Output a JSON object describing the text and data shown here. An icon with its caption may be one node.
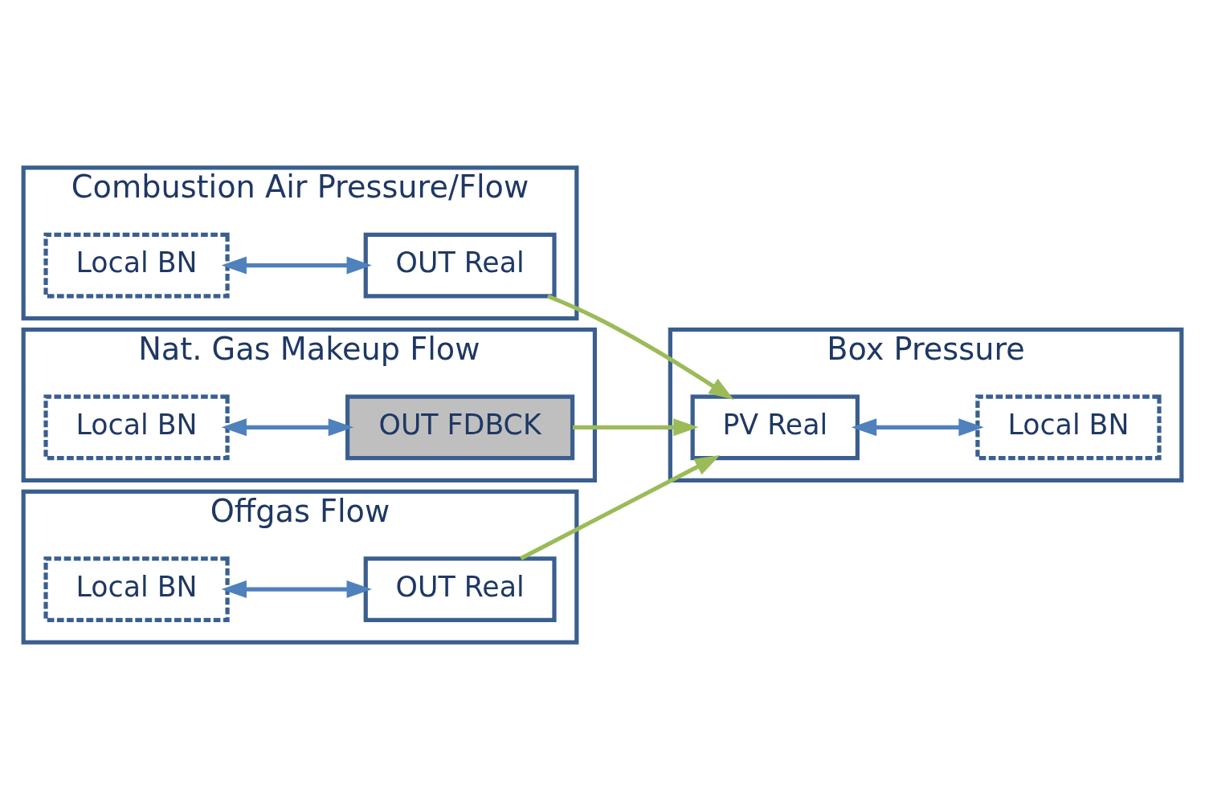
{
  "diagram": {
    "nodes": [
      {
        "text": [
          "Combustion Air Pressure/Flow"
        ]
      },
      {
        "text": [
          "Local BN"
        ],
        "in": 0
      },
      {
        "text": [
          "OUT Real"
        ],
        "in": 0
      },
      {
        "text": [
          "Nat. Gas Makeup Flow"
        ]
      },
      {
        "text": [
          "Local BN"
        ],
        "in": 3
      },
      {
        "text": [
          "OUT FDBCK"
        ],
        "in": 3
      },
      {
        "text": [
          "Offgas Flow"
        ]
      },
      {
        "text": [
          "Local BN"
        ],
        "in": 6
      },
      {
        "text": [
          "OUT Real"
        ],
        "in": 6
      },
      {
        "text": [
          "Box Pressure"
        ]
      },
      {
        "text": [
          "PV Real"
        ],
        "in": 9
      },
      {
        "text": [
          "Local BN"
        ],
        "in": 9
      }
    ],
    "edges": [
      {
        "from": 1,
        "to": 2,
        "arrow": "both"
      },
      {
        "from": 4,
        "to": 5,
        "arrow": "both"
      },
      {
        "from": 7,
        "to": 8,
        "arrow": "both"
      },
      {
        "from": 2,
        "to": 10,
        "arrow": "to",
        "color": "#9bbb59"
      },
      {
        "from": 5,
        "to": 10,
        "arrow": "to",
        "color": "#9bbb59"
      },
      {
        "from": 8,
        "to": 10,
        "arrow": "to",
        "color": "#9bbb59"
      },
      {
        "from": 10,
        "to": 11,
        "arrow": "both"
      }
    ]
  }
}
